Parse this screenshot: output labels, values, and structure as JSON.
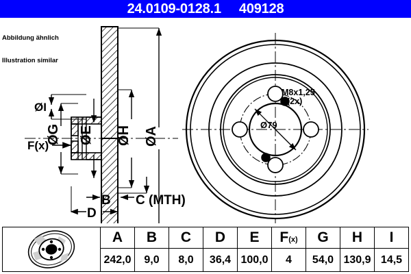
{
  "header": {
    "part_number": "24.0109-0128.1",
    "article_number": "409128",
    "background_color": "#0000FF",
    "text_color": "#FFFFFF"
  },
  "note": {
    "line_de": "Abbildung ähnlich",
    "line_en": "Illustration similar"
  },
  "section_view": {
    "dimension_labels": [
      {
        "id": "I",
        "label": "ØI"
      },
      {
        "id": "G",
        "label": "ØG"
      },
      {
        "id": "E",
        "label": "ØE"
      },
      {
        "id": "H",
        "label": "ØH"
      },
      {
        "id": "A",
        "label": "ØA"
      },
      {
        "id": "F",
        "label": "F(x)"
      },
      {
        "id": "B",
        "label": "B"
      },
      {
        "id": "C",
        "label": "C (MTH)"
      },
      {
        "id": "D",
        "label": "D"
      }
    ]
  },
  "face_view": {
    "annotations": [
      {
        "id": "thread",
        "label": "M8x1,25",
        "label2": "(2x)"
      },
      {
        "id": "bore",
        "label": "Ø79"
      }
    ]
  },
  "table": {
    "icon_name": "brake-disc-icon",
    "columns": [
      "A",
      "B",
      "C",
      "D",
      "E",
      "F(x)",
      "G",
      "H",
      "I"
    ],
    "fx_main": "F",
    "fx_sub": "(x)",
    "values": [
      "242,0",
      "9,0",
      "8,0",
      "36,4",
      "100,0",
      "4",
      "54,0",
      "130,9",
      "14,5"
    ]
  }
}
